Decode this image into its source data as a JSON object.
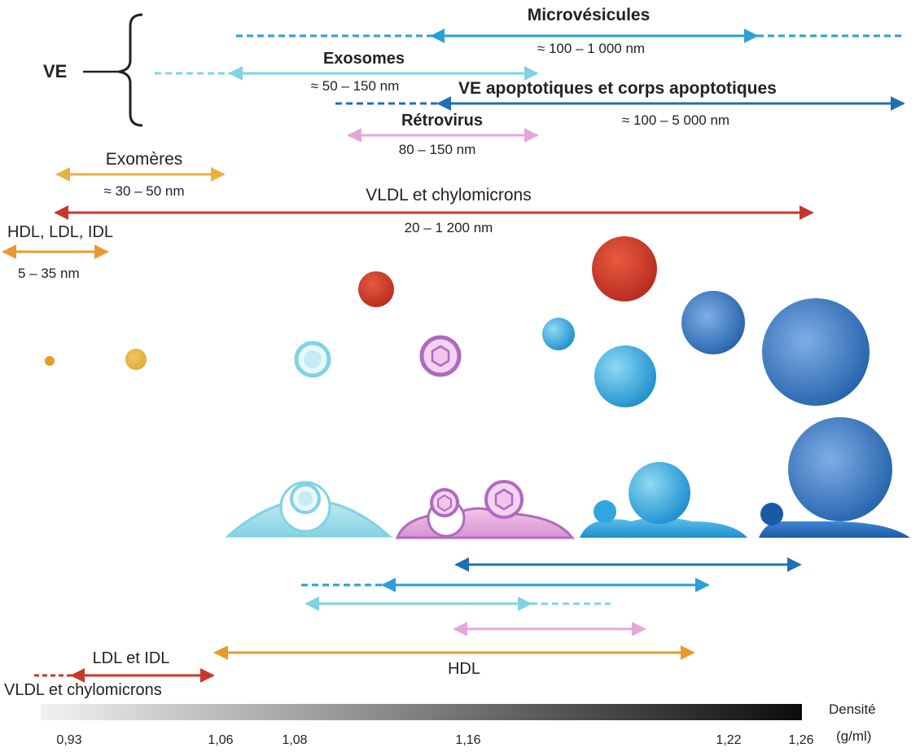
{
  "colors": {
    "dark_blue": "#1f6fb5",
    "mid_blue": "#2a9fd8",
    "light_blue": "#7fd3e3",
    "pink": "#e7a6d9",
    "orange": "#e89a2a",
    "yellow": "#e9b23e",
    "red": "#c8372a",
    "purple": "#b06abf"
  },
  "labels": {
    "ve": "VE",
    "microvesicules": "Microvésicules",
    "microvesicules_range": "≈ 100 – 1 000 nm",
    "exosomes": "Exosomes",
    "exosomes_range": "≈ 50 – 150 nm",
    "apoptotic": "VE apoptotiques et corps apoptotiques",
    "apoptotic_range": "≈ 100 – 5 000 nm",
    "retrovirus": "Rétrovirus",
    "retrovirus_range": "80 – 150 nm",
    "exomeres": "Exomères",
    "exomeres_range": "≈ 30 – 50 nm",
    "vldl_top": "VLDL et chylomicrons",
    "vldl_top_range": "20 – 1 200 nm",
    "hdl_ldl_idl": "HDL, LDL, IDL",
    "hdl_ldl_idl_range": "5 – 35 nm",
    "ldl_idl": "LDL et IDL",
    "hdl": "HDL",
    "vldl_bottom": "VLDL et chylomicrons",
    "density_title_1": "Densité",
    "density_title_2": "(g/ml)"
  },
  "density_ticks": [
    "0,93",
    "1,06",
    "1,08",
    "1,16",
    "1,22",
    "1,26"
  ]
}
